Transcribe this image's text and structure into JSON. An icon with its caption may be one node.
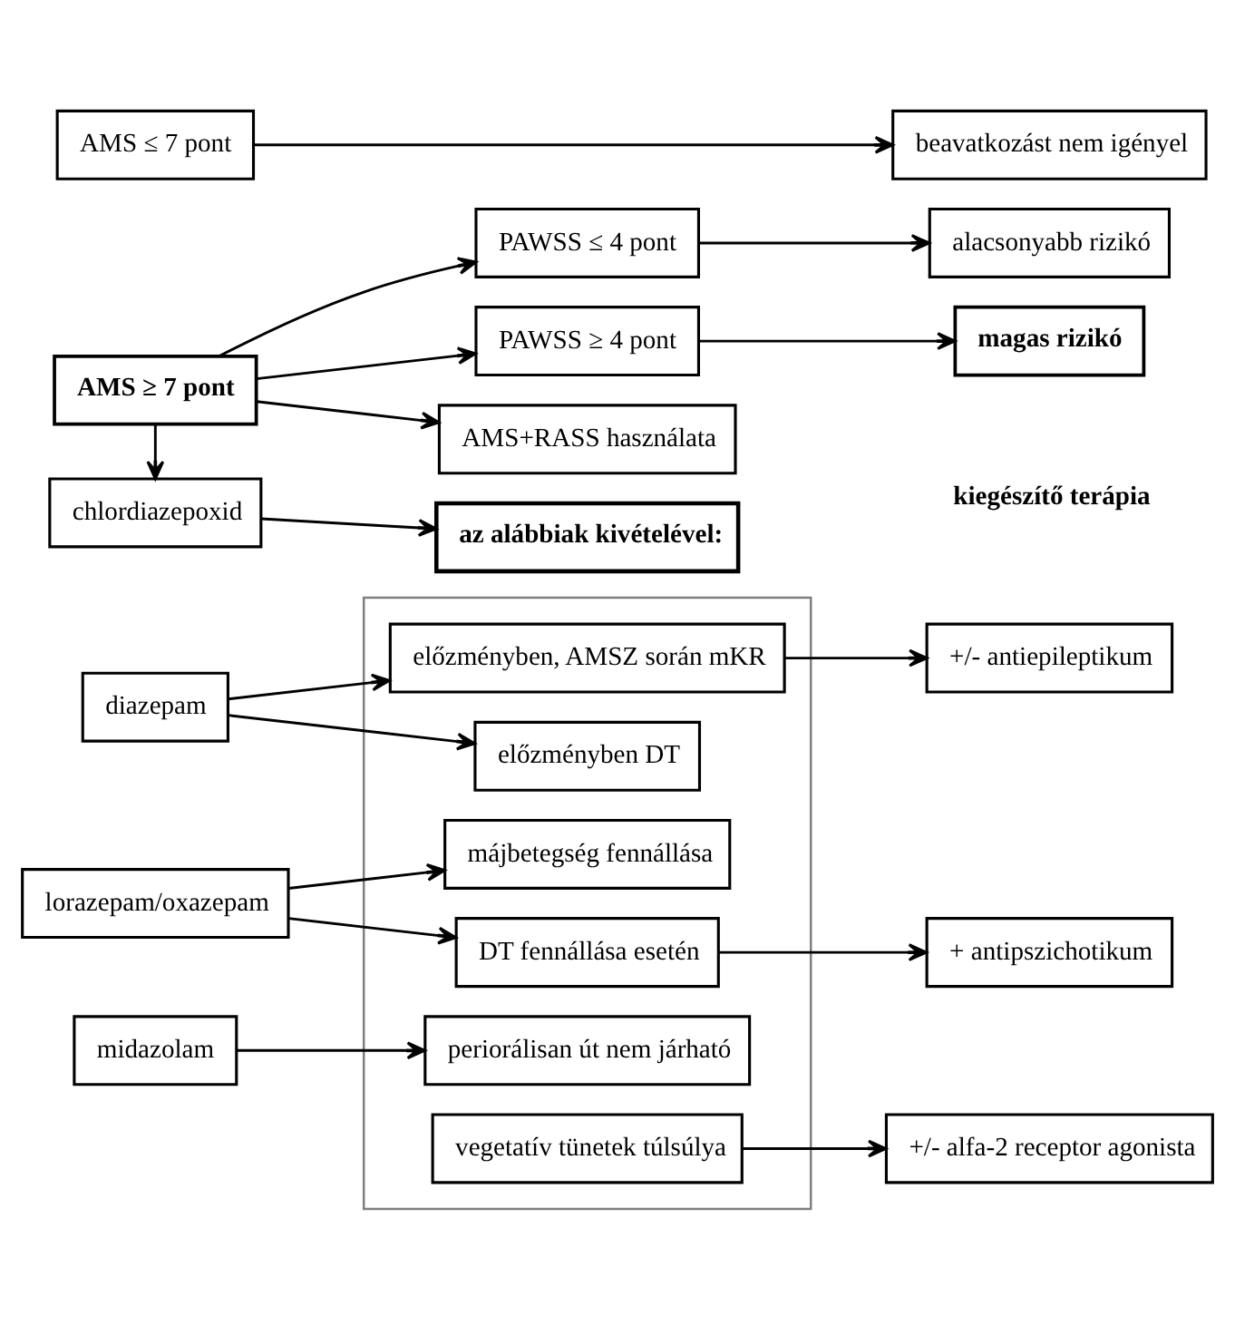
{
  "diagram": {
    "nodes": [
      {
        "text": [
          "AMS ≤ 7 pont"
        ]
      },
      {
        "text": [
          "beavatkozást nem igényel"
        ]
      },
      {
        "text": [
          "PAWSS ≤ 4 pont"
        ]
      },
      {
        "text": [
          "alacsonyabb rizikó"
        ]
      },
      {
        "text": [
          "AMS ≥ 7 pont"
        ]
      },
      {
        "text": [
          "PAWSS ≥ 4 pont"
        ]
      },
      {
        "text": [
          "magas rizikó"
        ]
      },
      {
        "text": [
          "AMS+RASS használata"
        ]
      },
      {
        "text": [
          "chlordiazepoxid"
        ]
      },
      {
        "text": [
          "az alábbiak kivételével:"
        ]
      },
      {
        "text": [],
        "shape": "box"
      },
      {
        "text": [
          "előzményben, AMSZ során mKR"
        ],
        "in": 10
      },
      {
        "text": [
          "+/- antiepileptikum"
        ]
      },
      {
        "text": [
          "diazepam"
        ]
      },
      {
        "text": [
          "előzményben DT"
        ],
        "in": 10
      },
      {
        "text": [
          "lorazepam/oxazepam"
        ]
      },
      {
        "text": [
          "májbetegség fennállása"
        ],
        "in": 10
      },
      {
        "text": [
          "DT fennállása esetén"
        ],
        "in": 10
      },
      {
        "text": [
          "+ antipszichotikum"
        ]
      },
      {
        "text": [
          "midazolam"
        ]
      },
      {
        "text": [
          "periorálisan út nem járható"
        ],
        "in": 10
      },
      {
        "text": [
          "vegetatív tünetek túlsúlya"
        ],
        "in": 10
      },
      {
        "text": [
          "+/- alfa-2 receptor agonista"
        ]
      }
    ],
    "edges": [
      {
        "from": 0,
        "to": 1,
        "arrow": "to"
      },
      {
        "from": 4,
        "to": 2,
        "arrow": "to"
      },
      {
        "from": 2,
        "to": 3,
        "arrow": "to"
      },
      {
        "from": 4,
        "to": 5,
        "arrow": "to"
      },
      {
        "from": 5,
        "to": 6,
        "arrow": "to"
      },
      {
        "from": 4,
        "to": 7,
        "arrow": "to"
      },
      {
        "from": 4,
        "to": 8,
        "arrow": "to"
      },
      {
        "from": 8,
        "to": 9,
        "arrow": "to"
      },
      {
        "from": 13,
        "to": 11,
        "arrow": "to"
      },
      {
        "from": 11,
        "to": 12,
        "arrow": "to"
      },
      {
        "from": 13,
        "to": 14,
        "arrow": "to"
      },
      {
        "from": 15,
        "to": 16,
        "arrow": "to"
      },
      {
        "from": 15,
        "to": 17,
        "arrow": "to"
      },
      {
        "from": 17,
        "to": 18,
        "arrow": "to"
      },
      {
        "from": 19,
        "to": 20,
        "arrow": "to"
      },
      {
        "from": 21,
        "to": 22,
        "arrow": "to"
      }
    ],
    "labels": [
      "kiegészítő terápia"
    ]
  }
}
